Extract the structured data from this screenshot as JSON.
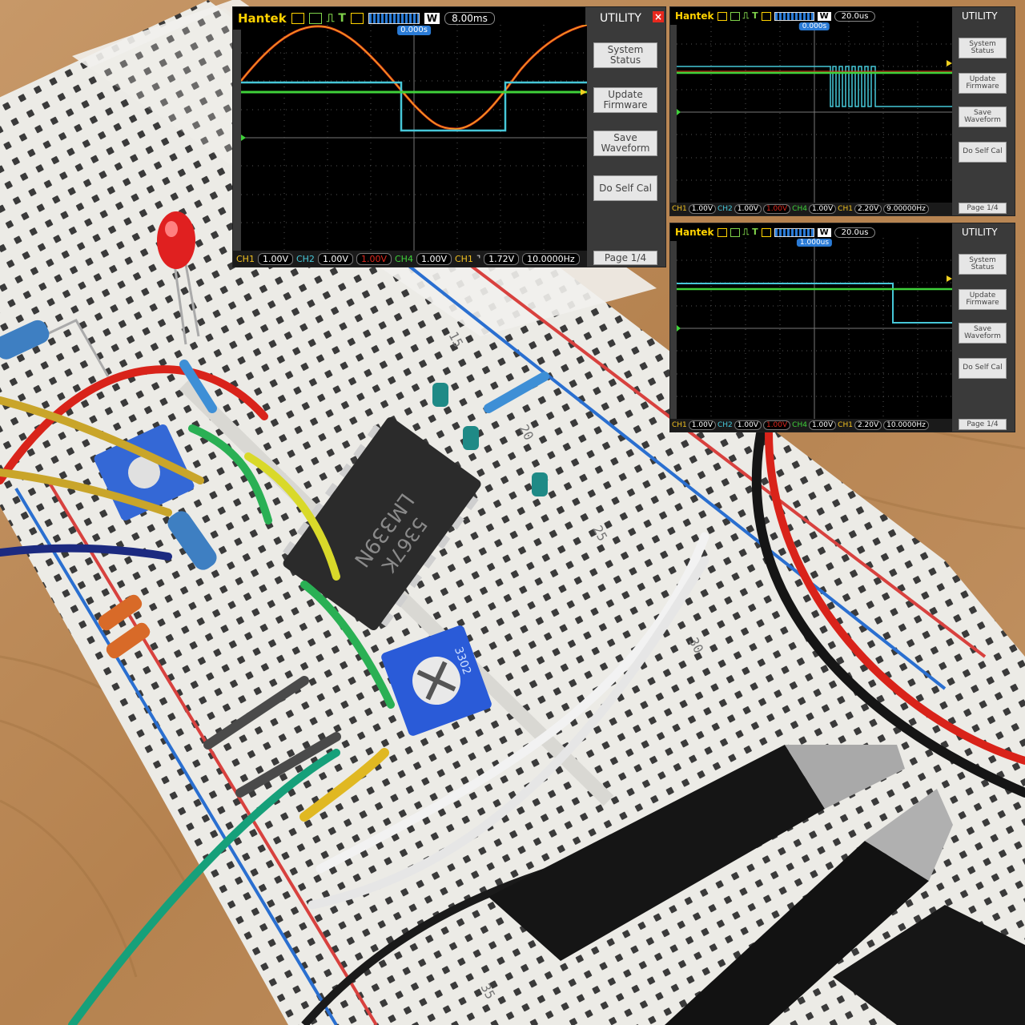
{
  "scopes": [
    {
      "brand": "Hantek",
      "timebase": "8.00ms",
      "w_label": "W",
      "trigger_pos": "0.000s",
      "menu_title": "UTILITY",
      "menu": {
        "system_status": "System Status",
        "update_firmware": "Update Firmware",
        "save_waveform": "Save Waveform",
        "self_cal": "Do Self Cal",
        "page": "Page 1/4"
      },
      "status": {
        "ch1": "CH1",
        "ch1_v": "1.00V",
        "ch2": "CH2",
        "ch2_v": "1.00V",
        "ch3_v": "1.00V",
        "ch4": "CH4",
        "ch4_v": "1.00V",
        "trig_src": "CH1",
        "trig_v": "1.72V",
        "freq": "10.0000Hz"
      }
    },
    {
      "brand": "Hantek",
      "timebase": "20.0us",
      "w_label": "W",
      "trigger_pos": "0.000s",
      "menu_title": "UTILITY",
      "menu": {
        "system_status": "System Status",
        "update_firmware": "Update Firmware",
        "save_waveform": "Save Waveform",
        "self_cal": "Do Self Cal",
        "page": "Page 1/4"
      },
      "status": {
        "ch1": "CH1",
        "ch1_v": "1.00V",
        "ch2": "CH2",
        "ch2_v": "1.00V",
        "ch3_v": "1.00V",
        "ch4": "CH4",
        "ch4_v": "1.00V",
        "trig_src": "CH1",
        "trig_v": "2.20V",
        "freq": "9.00000Hz"
      }
    },
    {
      "brand": "Hantek",
      "timebase": "20.0us",
      "w_label": "W",
      "trigger_pos": "1.000us",
      "menu_title": "UTILITY",
      "menu": {
        "system_status": "System Status",
        "update_firmware": "Update Firmware",
        "save_waveform": "Save Waveform",
        "self_cal": "Do Self Cal",
        "page": "Page 1/4"
      },
      "status": {
        "ch1": "CH1",
        "ch1_v": "1.00V",
        "ch2": "CH2",
        "ch2_v": "1.00V",
        "ch3_v": "1.00V",
        "ch4": "CH4",
        "ch4_v": "1.00V",
        "trig_src": "CH1",
        "trig_v": "2.20V",
        "freq": "10.0000Hz"
      }
    }
  ],
  "photo": {
    "ic_label_1": "LM339N",
    "ic_label_2": "5367K",
    "row_numbers": [
      "15",
      "20",
      "25",
      "30",
      "35"
    ],
    "pot_marking": "3302"
  },
  "colors": {
    "ch1": "#f0c020",
    "ch1_alt": "#e03a1a",
    "ch2": "#46c7d8",
    "ch4": "#3fd13a",
    "ch3": "#e0281e"
  }
}
